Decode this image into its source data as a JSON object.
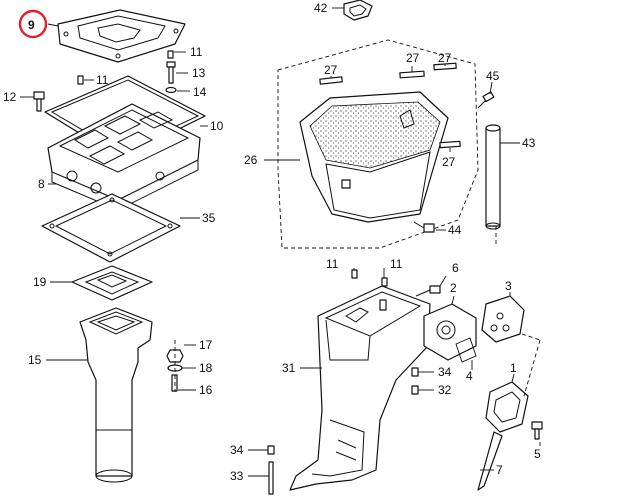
{
  "colors": {
    "line": "#111111",
    "background": "#ffffff",
    "highlight": "#e0202a"
  },
  "highlighted_callout": "9",
  "callouts": [
    "9",
    "11",
    "11",
    "12",
    "13",
    "14",
    "10",
    "8",
    "35",
    "19",
    "15",
    "17",
    "18",
    "16",
    "42",
    "27",
    "27",
    "27",
    "27",
    "26",
    "45",
    "43",
    "44",
    "11",
    "11",
    "6",
    "2",
    "3",
    "31",
    "34",
    "4",
    "32",
    "1",
    "5",
    "34",
    "33",
    "7"
  ]
}
